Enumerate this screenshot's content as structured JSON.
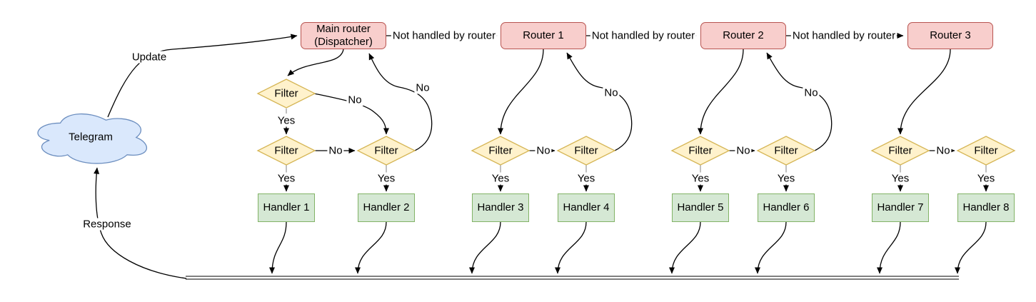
{
  "diagram": {
    "cloud_label": "Telegram",
    "main_router": {
      "line1": "Main router",
      "line2": "(Dispatcher)"
    },
    "routers": [
      "Router 1",
      "Router 2",
      "Router 3"
    ],
    "filter": "Filter",
    "handlers": [
      "Handler 1",
      "Handler 2",
      "Handler 3",
      "Handler 4",
      "Handler 5",
      "Handler 6",
      "Handler 7",
      "Handler 8"
    ],
    "labels": {
      "update": "Update",
      "response": "Response",
      "not_handled": "Not handled by router",
      "yes": "Yes",
      "no": "No"
    },
    "colors": {
      "router_fill": "#f8cecc",
      "router_stroke": "#b85450",
      "filter_fill": "#fff2cc",
      "filter_stroke": "#d6b656",
      "handler_fill": "#d5e8d4",
      "handler_stroke": "#82b366",
      "cloud_fill": "#dae8fc",
      "cloud_stroke": "#6c8ebf",
      "edge_color": "#000000"
    }
  }
}
